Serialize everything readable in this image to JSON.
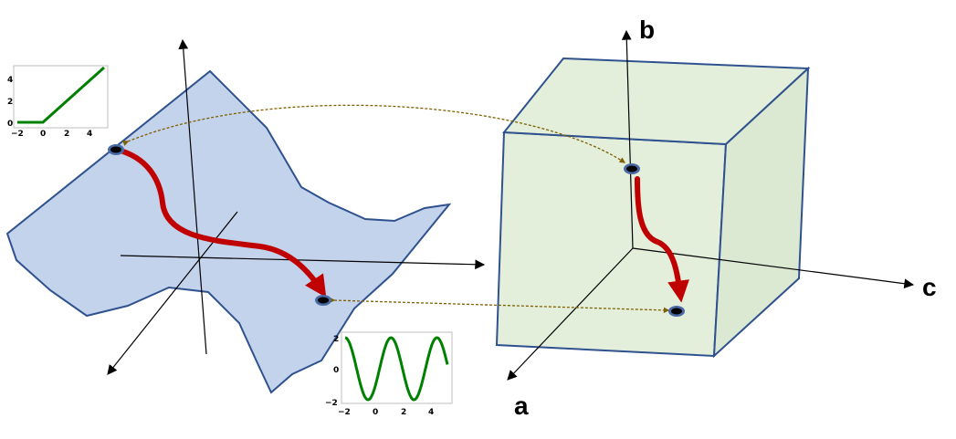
{
  "axes_labels": {
    "b": "b",
    "c": "c",
    "a": "a"
  },
  "inset_relu": {
    "function": "relu",
    "color": "#008000",
    "x_ticks": [
      "−2",
      "0",
      "2",
      "4"
    ],
    "y_ticks": [
      "0",
      "2",
      "4"
    ]
  },
  "inset_sine": {
    "function": "sine",
    "color": "#008000",
    "x_ticks": [
      "−2",
      "0",
      "2",
      "4"
    ],
    "y_ticks": [
      "−2",
      "0",
      "2"
    ]
  },
  "colors": {
    "manifold_fill": "#c3d3ec",
    "manifold_stroke": "#2f528f",
    "cube_fill": "#e3efdb",
    "cube_stroke": "#2f528f",
    "curve": "#c00000",
    "correspondence": "#7f6000",
    "point_fill": "#000000",
    "point_ring": "#4a6aa6"
  }
}
